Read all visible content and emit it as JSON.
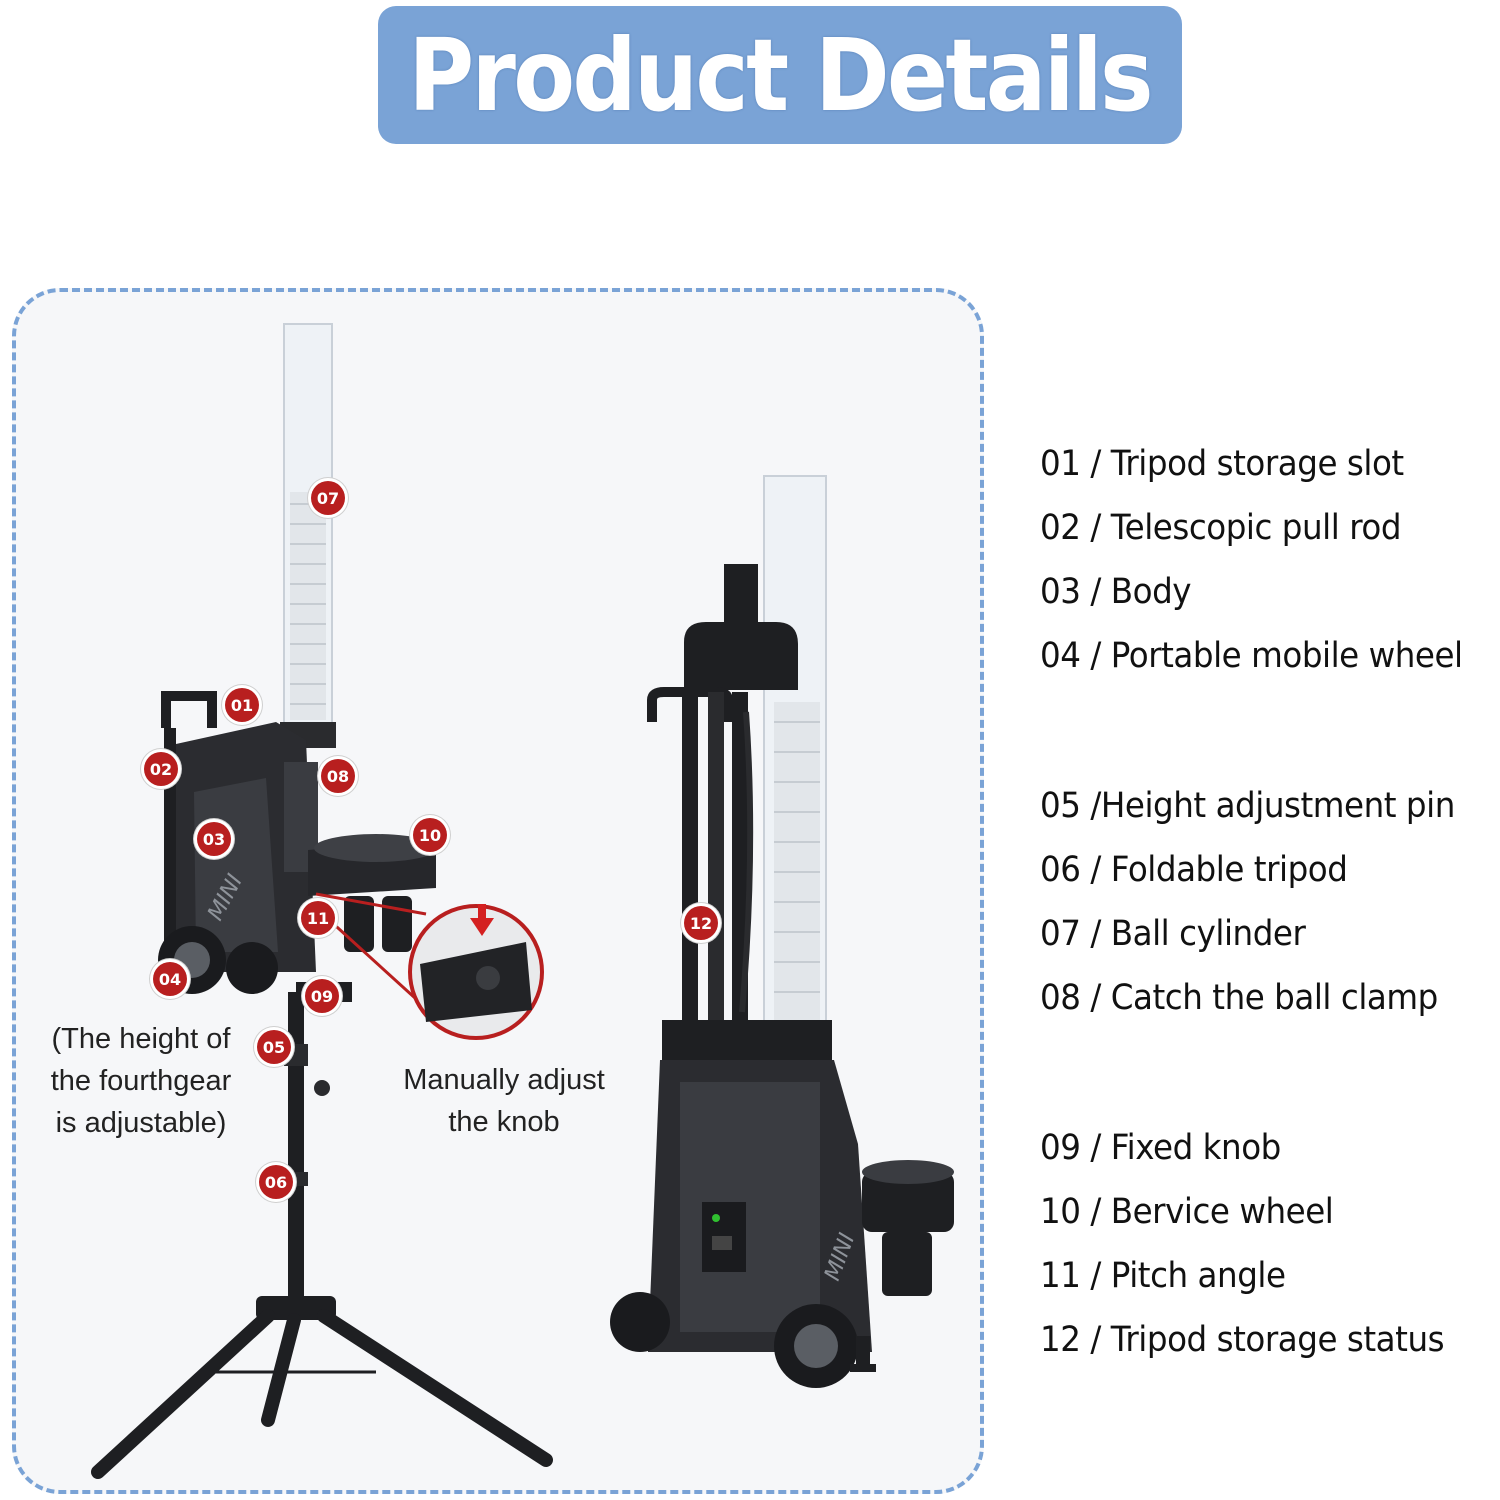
{
  "title": "Product Details",
  "badges": {
    "b01": "01",
    "b02": "02",
    "b03": "03",
    "b04": "04",
    "b05": "05",
    "b06": "06",
    "b07": "07",
    "b08": "08",
    "b09": "09",
    "b10": "10",
    "b11": "11",
    "b12": "12"
  },
  "notes": {
    "gear": [
      "(The height of",
      "the fourthgear",
      "is adjustable)"
    ],
    "knob": [
      "Manually adjust",
      "the knob"
    ]
  },
  "specs": [
    [
      "01 / Tripod storage slot",
      "02 / Telescopic pull rod",
      "03 / Body",
      "04 / Portable mobile wheel"
    ],
    [
      "05 /Height adjustment pin",
      "06 / Foldable tripod",
      "07 / Ball cylinder",
      "08 / Catch the ball clamp"
    ],
    [
      "09 / Fixed knob",
      "10 / Bervice wheel",
      "11 / Pitch angle",
      "12 / Tripod storage status"
    ]
  ],
  "colors": {
    "accent_blue": "#7aa3d6",
    "badge_red": "#b81f1f",
    "machine_black": "#1e1f22"
  }
}
